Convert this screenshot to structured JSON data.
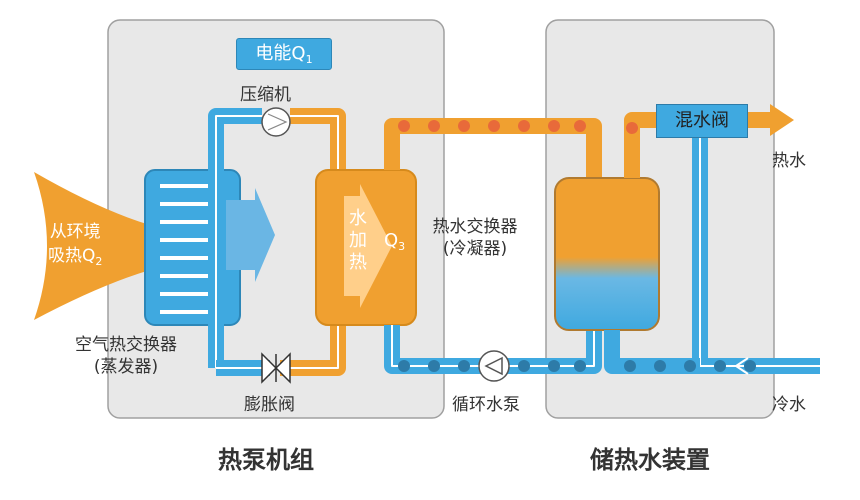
{
  "labels": {
    "energy": "电能Q",
    "energy_sub": "1",
    "compressor": "压缩机",
    "air_line1": "从环境",
    "air_line2": "吸热Q",
    "air_sub": "2",
    "heat_char1": "水",
    "heat_char2": "加",
    "heat_char3": "热",
    "heat_q": "Q",
    "heat_q_sub": "3",
    "condenser_line1": "热水交换器",
    "condenser_line2": "(冷凝器)",
    "evaporator_line1": "空气热交换器",
    "evaporator_line2": "(蒸发器)",
    "expansion_valve": "膨胀阀",
    "pump": "循环水泵",
    "mixing_valve": "混水阀",
    "hot_water": "热水",
    "cold_water": "冷水",
    "heat_pump_unit": "热泵机组",
    "storage_unit": "储热水装置"
  },
  "colors": {
    "hot": "#f0a030",
    "cold": "#3fa9e0",
    "panel": "#e8e8e8",
    "panel_border": "#a0a0a0"
  }
}
